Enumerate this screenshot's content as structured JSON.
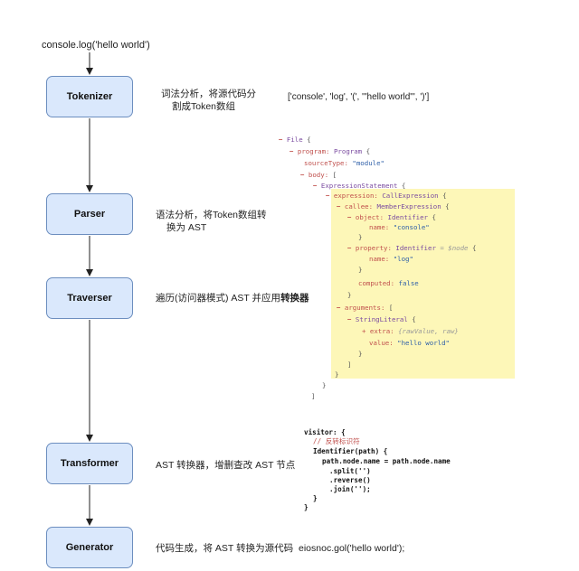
{
  "input": "console.log('hello world')",
  "stages": [
    {
      "name": "Tokenizer",
      "desc_lines": [
        "词法分析，将源代码分",
        "割成Token数组"
      ]
    },
    {
      "name": "Parser",
      "desc_lines": [
        "语法分析，将Token数组转",
        "换为 AST"
      ]
    },
    {
      "name": "Traverser",
      "desc_plain": "遍历(访问器模式) AST 并应用",
      "desc_bold": "转换器"
    },
    {
      "name": "Transformer",
      "desc_lines": [
        "AST 转换器，增删查改 AST 节点"
      ]
    },
    {
      "name": "Generator",
      "desc_lines": [
        "代码生成，将 AST 转换为源代码"
      ]
    }
  ],
  "tokens": "['console', 'log', '(', '\"hello world\"', ')']",
  "ast": {
    "file": "File",
    "program_key": "program:",
    "program_type": "Program",
    "sourcetype_key": "sourceType:",
    "sourcetype_val": "\"module\"",
    "body_key": "body:",
    "expr_stmt": "ExpressionStatement",
    "expression_key": "expression:",
    "expression_type": "CallExpression",
    "callee_key": "callee:",
    "callee_type": "MemberExpression",
    "object_key": "object:",
    "object_type": "Identifier",
    "name_key": "name:",
    "name_console": "\"console\"",
    "property_key": "property:",
    "property_type": "Identifier",
    "property_hint": "= $node",
    "name_log": "\"log\"",
    "computed_key": "computed:",
    "computed_val": "false",
    "arguments_key": "arguments:",
    "string_literal": "StringLiteral",
    "extra_key": "+ extra:",
    "extra_hint": "{rawValue, raw}",
    "value_key": "value:",
    "value_val": "\"hello world\"",
    "open_brace": "{",
    "open_bracket": "[",
    "close_brace": "}",
    "close_bracket": "]"
  },
  "visitor": [
    "visitor: {",
    "// 反转标识符",
    "Identifier(path) {",
    "path.node.name = path.node.name",
    ".split('')",
    ".reverse()",
    ".join('');",
    "}",
    "}"
  ],
  "output": "eiosnoc.gol('hello world');",
  "colors": {
    "box_fill": "#dae8fc",
    "box_stroke": "#6c8ebf",
    "highlight": "#fdf7b8",
    "ast_key": "#c0504d",
    "ast_type": "#7a4ba0",
    "ast_string": "#2e5fa8"
  }
}
